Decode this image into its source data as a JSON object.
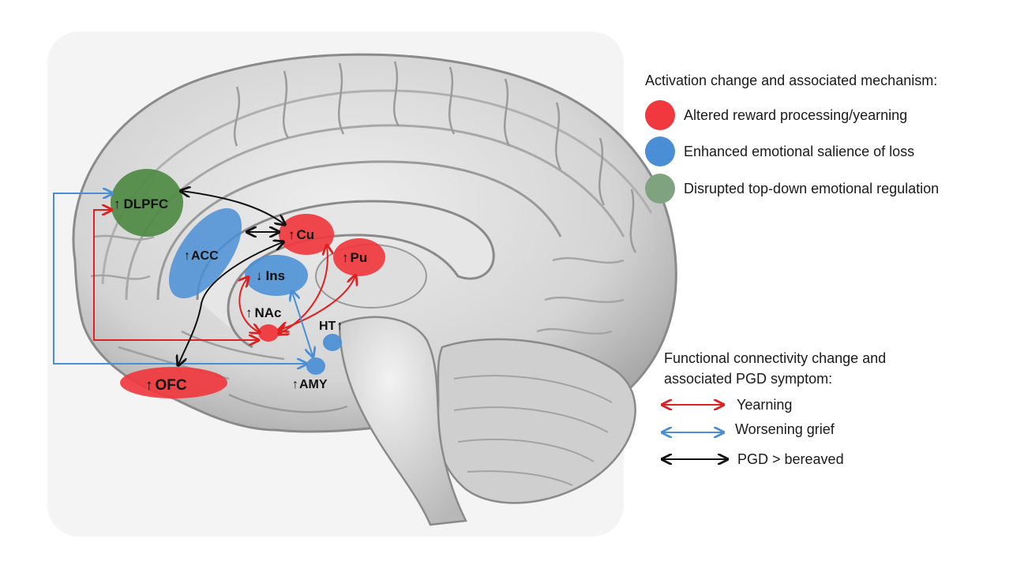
{
  "regions": {
    "dlpfc": {
      "label": "DLPFC",
      "arrow": "↑"
    },
    "acc": {
      "label": "ACC",
      "arrow": "↑"
    },
    "cu": {
      "label": "Cu",
      "arrow": "↑"
    },
    "pu": {
      "label": "Pu",
      "arrow": "↑"
    },
    "ins": {
      "label": "Ins",
      "arrow": "↓"
    },
    "nac": {
      "label": "NAc",
      "arrow": "↑"
    },
    "ht": {
      "label": "HT",
      "arrow": "↑"
    },
    "amy": {
      "label": "AMY",
      "arrow": "↑"
    },
    "ofc": {
      "label": "OFC",
      "arrow": "↑"
    }
  },
  "legend_activation": {
    "title": "Activation change and associated mechanism:",
    "items": [
      {
        "label": "Altered reward processing/yearning",
        "color": "#f0383e"
      },
      {
        "label": "Enhanced emotional salience of loss",
        "color": "#4a8fd6"
      },
      {
        "label": "Disrupted top-down emotional regulation",
        "color": "#7fa37f"
      }
    ]
  },
  "legend_connectivity": {
    "title_line1": "Functional connectivity change and",
    "title_line2": "associated PGD symptom:",
    "items": [
      {
        "label": "Yearning",
        "color": "#e02020"
      },
      {
        "label": "Worsening grief",
        "color": "#4a8fd6"
      },
      {
        "label": "PGD > bereaved",
        "color": "#111111"
      }
    ]
  },
  "colors": {
    "red_region": "#f0383e",
    "blue_region": "#4a8fd6",
    "green_region": "#4f8a43",
    "red_line": "#e02020",
    "blue_line": "#4a8fd6",
    "black_line": "#111111"
  }
}
